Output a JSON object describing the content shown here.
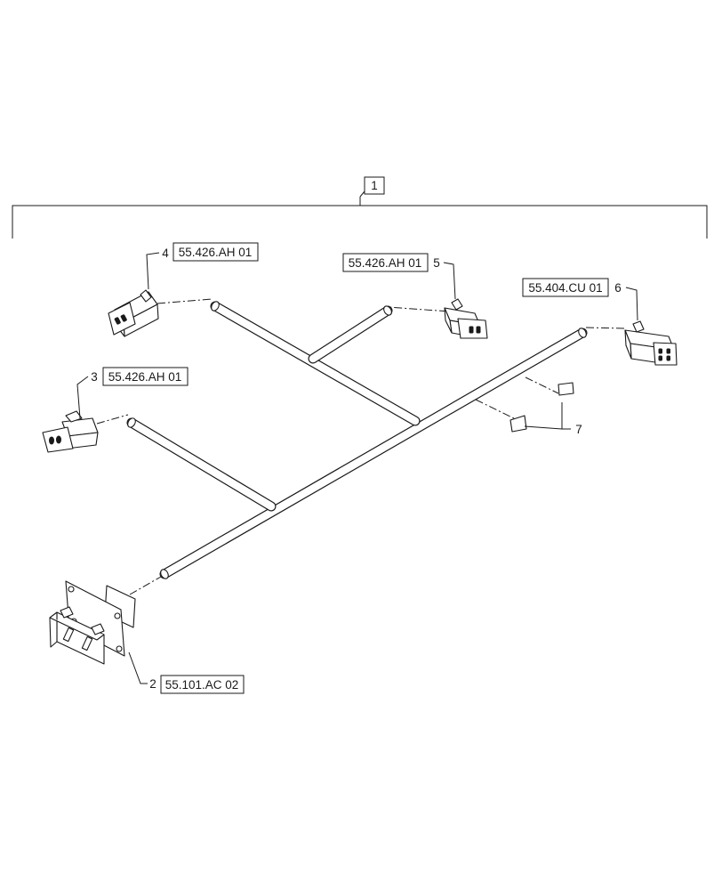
{
  "assembly": {
    "item": "1"
  },
  "callouts": [
    {
      "item": "2",
      "ref": "55.101.AC 02"
    },
    {
      "item": "3",
      "ref": "55.426.AH 01"
    },
    {
      "item": "4",
      "ref": "55.426.AH 01"
    },
    {
      "item": "5",
      "ref": "55.426.AH 01"
    },
    {
      "item": "6",
      "ref": "55.404.CU 01"
    },
    {
      "item": "7",
      "ref": ""
    }
  ]
}
